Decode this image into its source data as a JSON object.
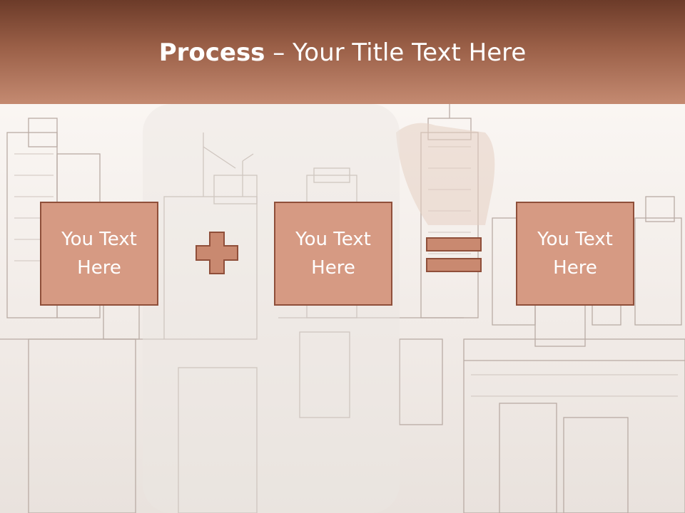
{
  "slide": {
    "title_bold": "Process",
    "title_rest": " – Your Title Text Here"
  },
  "process": {
    "boxes": [
      {
        "text": "You Text\nHere"
      },
      {
        "text": "You Text\nHere"
      },
      {
        "text": "You Text\nHere"
      }
    ],
    "operators": [
      "plus-icon",
      "equals-icon"
    ]
  },
  "colors": {
    "header_dark": "#6c3b29",
    "header_light": "#c48a71",
    "box_fill": "#d69a83",
    "box_border": "#8f4f3a",
    "background": "#f6f1ee"
  }
}
